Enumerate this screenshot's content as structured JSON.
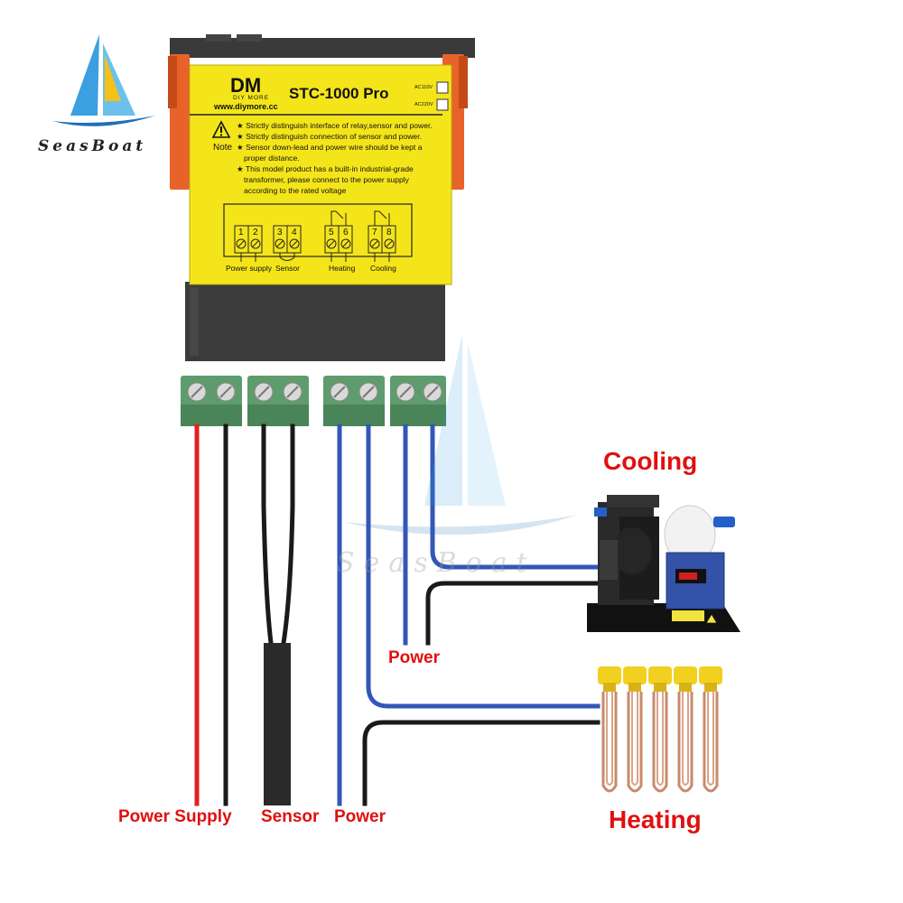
{
  "watermark": {
    "brand": "SeasBoat"
  },
  "controller": {
    "brand_logo": "DM",
    "brand_sub": "DIY MORE",
    "website": "www.diymore.cc",
    "model": "STC-1000 Pro",
    "voltage_options": [
      "AC110V",
      "AC220V"
    ],
    "note_label": "Note",
    "notes": [
      "★ Strictly distinguish interface of relay,sensor and power.",
      "★ Strictly distinguish connection of sensor and power.",
      "★ Sensor down-lead and power wire should be kept a",
      "proper distance.",
      "★ This model product has a built-in industrial-grade",
      "transformer, please connect to the power supply",
      "according to the rated voltage"
    ],
    "terminal_numbers": [
      "1",
      "2",
      "3",
      "4",
      "5",
      "6",
      "7",
      "8"
    ],
    "terminal_groups": [
      "Power supply",
      "Sensor",
      "Heating",
      "Cooling"
    ]
  },
  "labels": {
    "cooling": "Cooling",
    "heating": "Heating",
    "power_mid": "Power",
    "power_supply": "Power Supply",
    "sensor": "Sensor",
    "power_bottom": "Power"
  },
  "colors": {
    "sticker_yellow": "#f4e51a",
    "housing": "#3b3b3b",
    "terminal_green": "#5f9c6d",
    "wire_red": "#e02020",
    "wire_black": "#1a1a1a",
    "wire_blue": "#3356b8",
    "label_red": "#e01010"
  }
}
